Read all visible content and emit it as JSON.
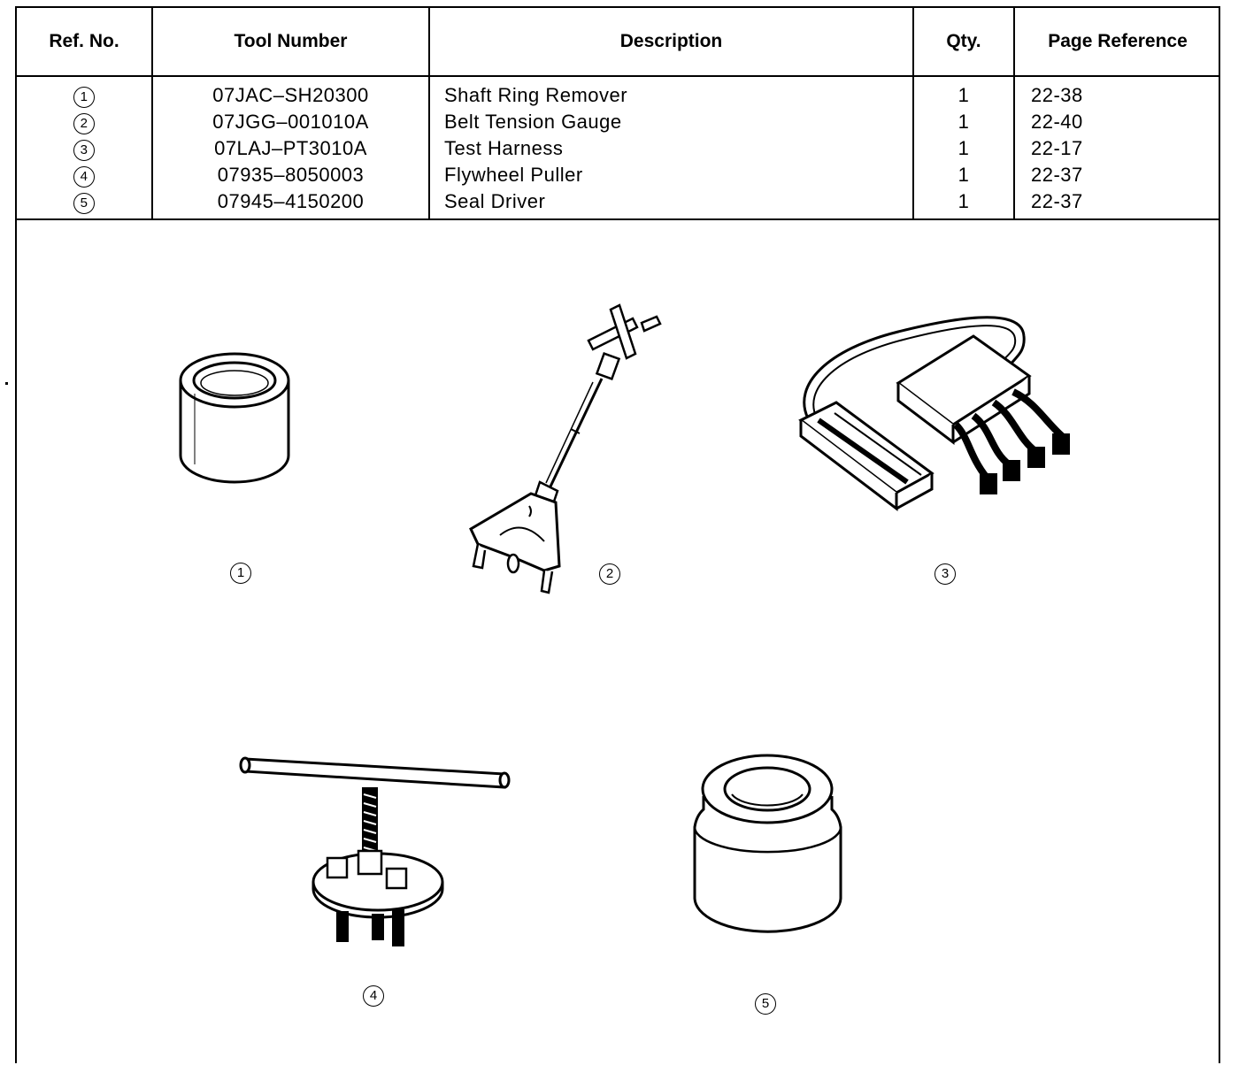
{
  "table": {
    "headers": {
      "ref": "Ref. No.",
      "tool": "Tool Number",
      "desc": "Description",
      "qty": "Qty.",
      "page": "Page Reference"
    },
    "rows": [
      {
        "ref": "1",
        "tool": "07JAC–SH20300",
        "desc": "Shaft Ring Remover",
        "qty": "1",
        "page": "22-38"
      },
      {
        "ref": "2",
        "tool": "07JGG–001010A",
        "desc": "Belt Tension Gauge",
        "qty": "1",
        "page": "22-40"
      },
      {
        "ref": "3",
        "tool": "07LAJ–PT3010A",
        "desc": "Test Harness",
        "qty": "1",
        "page": "22-17"
      },
      {
        "ref": "4",
        "tool": "07935–8050003",
        "desc": "Flywheel Puller",
        "qty": "1",
        "page": "22-37"
      },
      {
        "ref": "5",
        "tool": "07945–4150200",
        "desc": "Seal Driver",
        "qty": "1",
        "page": "22-37"
      }
    ]
  },
  "figures": {
    "labels": [
      "1",
      "2",
      "3",
      "4",
      "5"
    ]
  }
}
